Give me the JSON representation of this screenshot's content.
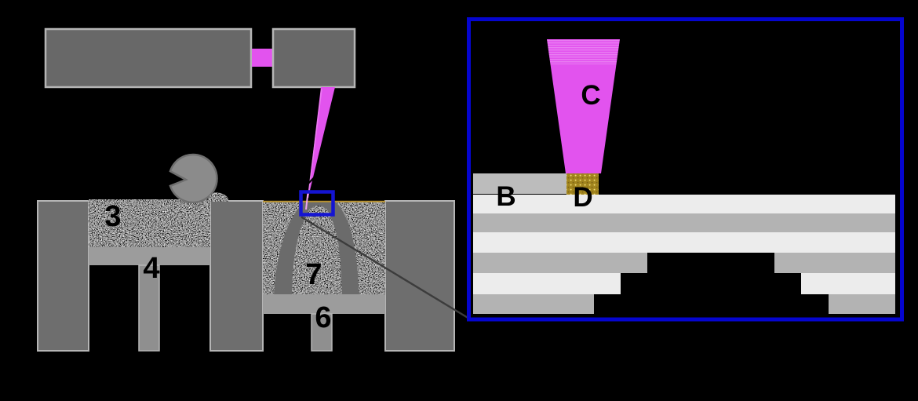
{
  "left_diagram": {
    "label_3": "3",
    "label_4": "4",
    "label_6": "6",
    "label_7": "7"
  },
  "inset": {
    "label_B": "B",
    "label_C": "C",
    "label_D": "D"
  },
  "colors": {
    "background": "#000000",
    "machine_box_gray": "#686868",
    "machine_border": "#b5b5b5",
    "column_gray": "#6e6e6e",
    "platform_gray": "#9c9c9c",
    "piston_gray": "#8f8f8f",
    "arch_gray": "#6b6b6b",
    "roller_gray": "#8b8b8b",
    "roller_border": "#6f6f6f",
    "laser_magenta": "#e253ee",
    "laser_tip_pink": "#f0a2f4",
    "zoom_box_blue": "#1414d2",
    "inset_border_blue": "#0505cf",
    "layer_light": "#ececec",
    "layer_medium": "#b3b3b3",
    "powder_bar_gray": "#bcbcbc",
    "melt_pool_gold": "#a2851e",
    "melt_pool_dot": "#f0dc74",
    "surface_tan": "#b8912d",
    "leader_line_gray": "#3c3c3c",
    "label_black": "#000000"
  }
}
